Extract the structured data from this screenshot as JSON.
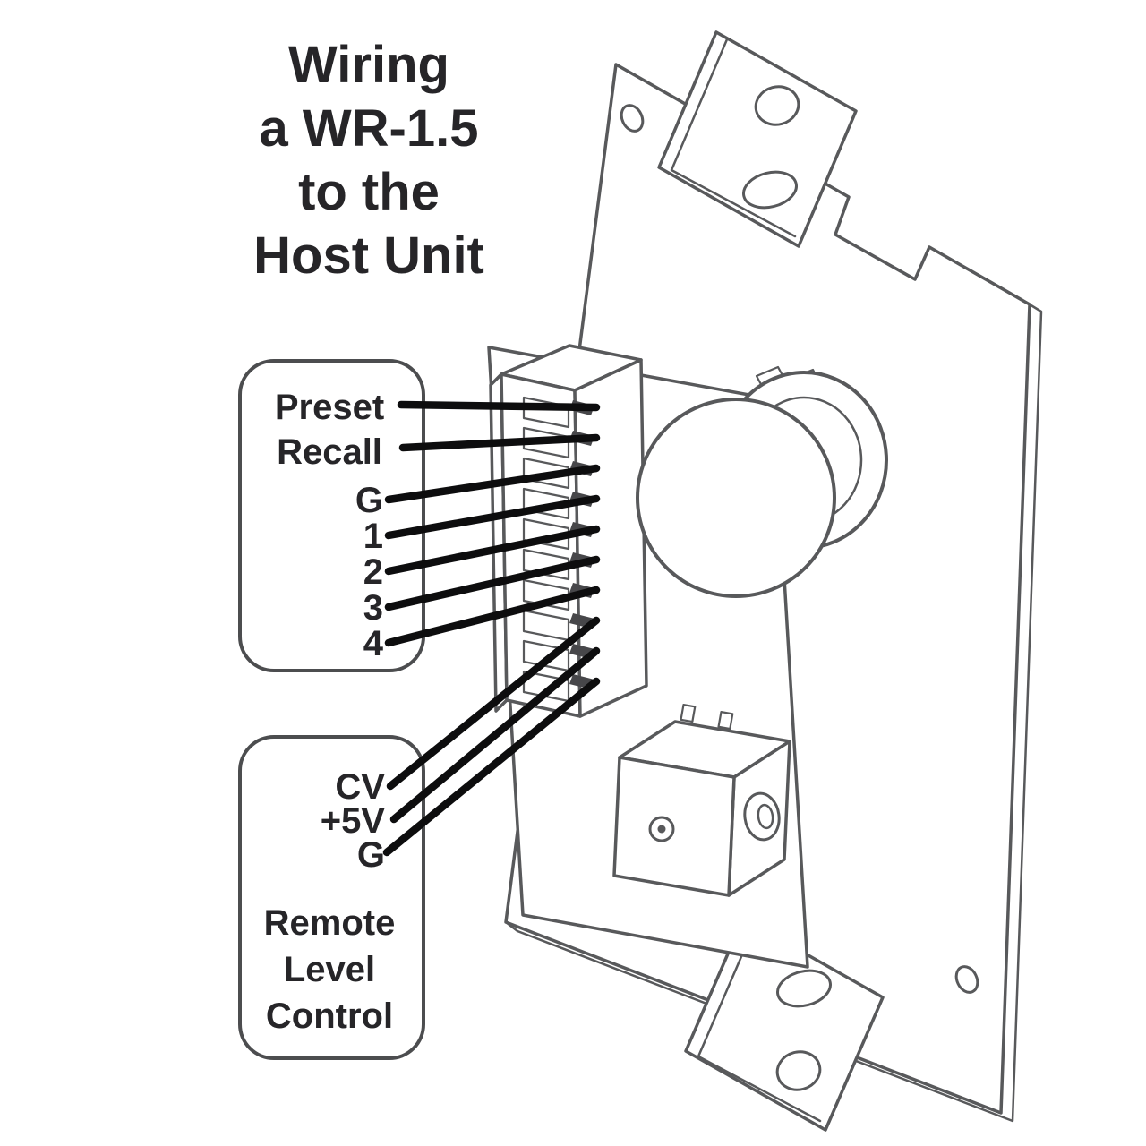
{
  "title": {
    "lines": [
      "Wiring",
      "a WR-1.5",
      "to the",
      "Host Unit"
    ]
  },
  "callouts": {
    "preset_recall": {
      "heading_lines": [
        "Preset",
        "Recall"
      ],
      "pin_labels": [
        "G",
        "1",
        "2",
        "3",
        "4"
      ]
    },
    "remote_level": {
      "pin_labels": [
        "CV",
        "+5V",
        "G"
      ],
      "heading_lines": [
        "Remote",
        "Level",
        "Control"
      ]
    }
  },
  "colors": {
    "linework": "#58595B",
    "wire": "#0D0D0E",
    "text": "#262528",
    "background": "#FFFFFF"
  }
}
